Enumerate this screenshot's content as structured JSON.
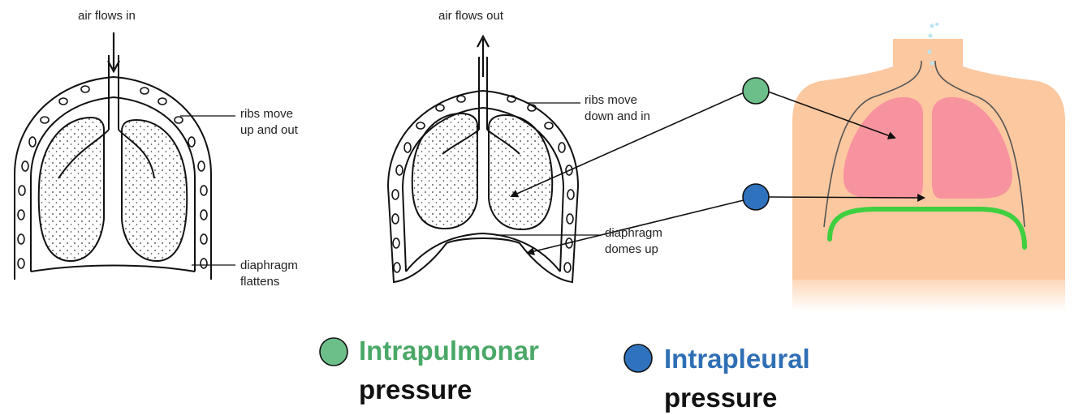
{
  "inhale": {
    "air_label": "air flows in",
    "ribs_label": [
      "ribs move",
      "up and out"
    ],
    "diaphragm_label": [
      "diaphragm",
      "flattens"
    ]
  },
  "exhale": {
    "air_label": "air flows out",
    "ribs_label": [
      "ribs move",
      "down and in"
    ],
    "diaphragm_label": [
      "diaphragm",
      "domes up"
    ]
  },
  "legend": {
    "intrapulmonary": {
      "title": "Intrapulmonar",
      "subtitle": "pressure",
      "color": "#4aa868",
      "marker_color": "#6dbf8a"
    },
    "intrapleural": {
      "title": "Intrapleural",
      "subtitle": "pressure",
      "color": "#2f6fb5",
      "marker_color": "#2f72bd"
    }
  },
  "colors": {
    "skin": "#fcc8a0",
    "lung": "#f7939e",
    "diaphragm": "#3fcf3f",
    "outline": "#111111"
  }
}
